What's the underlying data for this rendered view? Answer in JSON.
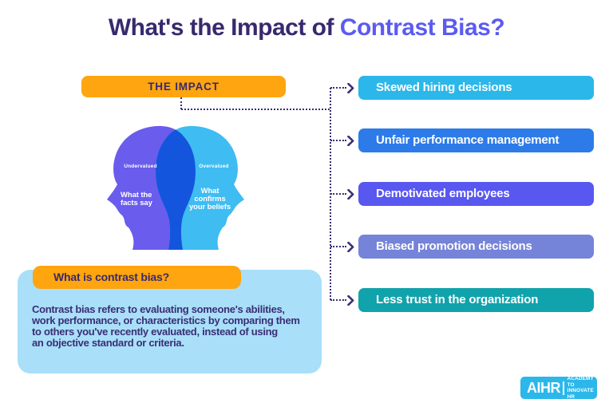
{
  "title": {
    "prefix": "What's the Impact of ",
    "highlight": "Contrast Bias?"
  },
  "impact_header": {
    "label": "THE IMPACT",
    "bg_color": "#FEA50F"
  },
  "impacts": [
    {
      "label": "Skewed hiring decisions",
      "color": "#2BB7EA"
    },
    {
      "label": "Unfair performance management",
      "color": "#2D7BE9"
    },
    {
      "label": "Demotivated employees",
      "color": "#5857F0"
    },
    {
      "label": "Biased promotion decisions",
      "color": "#7583D8"
    },
    {
      "label": "Less trust in the organization",
      "color": "#10A3AB"
    }
  ],
  "venn_heads": {
    "left_head": {
      "color": "#6A5CEC",
      "top_label": "Undervalued",
      "line1": "What the",
      "line2": "facts say"
    },
    "right_head": {
      "color": "#3FBCF2",
      "top_label": "Overvalued",
      "line1": "What",
      "line2": "confirms",
      "line3": "your beliefs"
    },
    "overlap_color": "#1355DD"
  },
  "definition": {
    "heading": "What is contrast bias?",
    "heading_bg_color": "#FEA50F",
    "panel_color": "#A9DFF8",
    "body_lines": [
      "Contrast bias refers to evaluating someone's abilities,",
      "work performance, or characteristics by comparing them",
      "to others you've recently evaluated, instead of using",
      "an objective standard or criteria."
    ]
  },
  "logo": {
    "wordmark": "AIHR",
    "tagline_line1": "ACADEMY TO",
    "tagline_line2": "INNOVATE HR",
    "bg_color": "#2BB7EA"
  },
  "colors": {
    "title_navy": "#38296E",
    "title_accent": "#5B5BF2",
    "connector": "#3A2E75",
    "background": "#FFFFFF"
  }
}
